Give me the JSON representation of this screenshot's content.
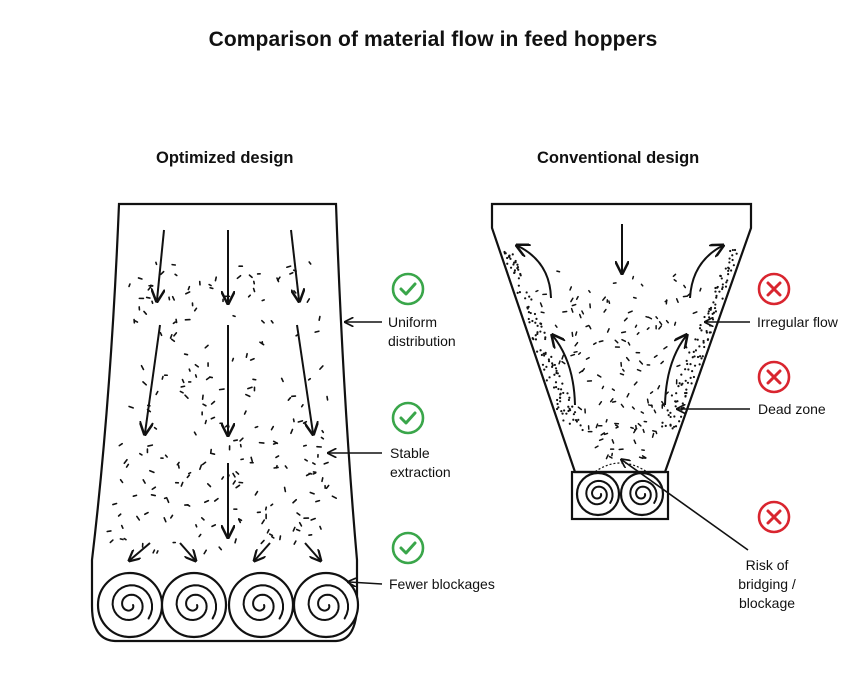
{
  "title": "Comparison of material flow in feed hoppers",
  "optimized": {
    "heading": "Optimized design",
    "labels": [
      {
        "text_lines": [
          "Uniform",
          "distribution"
        ],
        "status": "check"
      },
      {
        "text_lines": [
          "Stable",
          "extraction"
        ],
        "status": "check"
      },
      {
        "text_lines": [
          "Fewer blockages"
        ],
        "status": "check"
      }
    ]
  },
  "conventional": {
    "heading": "Conventional design",
    "labels": [
      {
        "text_lines": [
          "Irregular flow"
        ],
        "status": "cross"
      },
      {
        "text_lines": [
          "Dead zone"
        ],
        "status": "cross"
      },
      {
        "text_lines": [
          "Risk of",
          "bridging /",
          "blockage"
        ],
        "status": "cross"
      }
    ]
  },
  "icons": {
    "check": "check-circle-icon",
    "cross": "cross-circle-icon"
  },
  "colors": {
    "check": "#3aa64a",
    "cross": "#d9252f",
    "ink": "#111111"
  }
}
